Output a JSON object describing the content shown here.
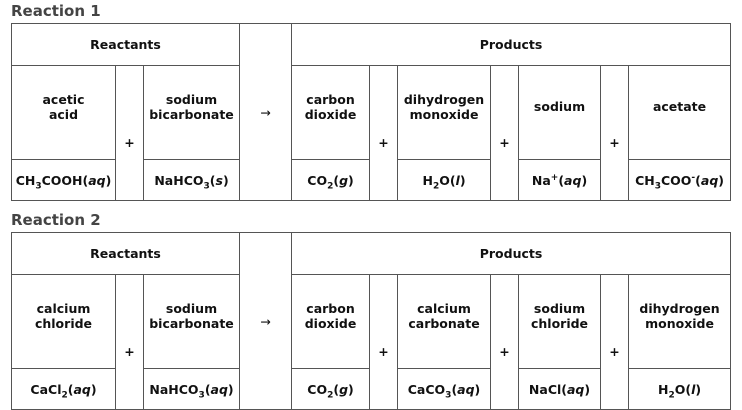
{
  "reactions": [
    {
      "title": "Reaction 1",
      "reactants_label": "Reactants",
      "products_label": "Products",
      "arrow": "→",
      "plus": "+",
      "reactants": [
        {
          "name": "acetic\nacid",
          "formula": [
            {
              "t": "CH"
            },
            {
              "sub": "3"
            },
            {
              "t": "COOH("
            },
            {
              "i": "aq"
            },
            {
              "t": ")"
            }
          ]
        },
        {
          "name": "sodium\nbicarbonate",
          "formula": [
            {
              "t": "NaHCO"
            },
            {
              "sub": "3"
            },
            {
              "t": "("
            },
            {
              "i": "s"
            },
            {
              "t": ")"
            }
          ]
        }
      ],
      "products": [
        {
          "name": "carbon\ndioxide",
          "formula": [
            {
              "t": "CO"
            },
            {
              "sub": "2"
            },
            {
              "t": "("
            },
            {
              "i": "g"
            },
            {
              "t": ")"
            }
          ]
        },
        {
          "name": "dihydrogen\nmonoxide",
          "formula": [
            {
              "t": "H"
            },
            {
              "sub": "2"
            },
            {
              "t": "O("
            },
            {
              "i": "l"
            },
            {
              "t": ")"
            }
          ]
        },
        {
          "name": "sodium",
          "formula": [
            {
              "t": "Na"
            },
            {
              "sup": "+"
            },
            {
              "t": "("
            },
            {
              "i": "aq"
            },
            {
              "t": ")"
            }
          ]
        },
        {
          "name": "acetate",
          "formula": [
            {
              "t": "CH"
            },
            {
              "sub": "3"
            },
            {
              "t": "COO"
            },
            {
              "sup": "-"
            },
            {
              "t": "("
            },
            {
              "i": "aq"
            },
            {
              "t": ")"
            }
          ]
        }
      ]
    },
    {
      "title": "Reaction 2",
      "reactants_label": "Reactants",
      "products_label": "Products",
      "arrow": "→",
      "plus": "+",
      "reactants": [
        {
          "name": "calcium\nchloride",
          "formula": [
            {
              "t": "CaCl"
            },
            {
              "sub": "2"
            },
            {
              "t": "("
            },
            {
              "i": "aq"
            },
            {
              "t": ")"
            }
          ]
        },
        {
          "name": "sodium\nbicarbonate",
          "formula": [
            {
              "t": "NaHCO"
            },
            {
              "sub": "3"
            },
            {
              "t": "("
            },
            {
              "i": "aq"
            },
            {
              "t": ")"
            }
          ]
        }
      ],
      "products": [
        {
          "name": "carbon\ndioxide",
          "formula": [
            {
              "t": "CO"
            },
            {
              "sub": "2"
            },
            {
              "t": "("
            },
            {
              "i": "g"
            },
            {
              "t": ")"
            }
          ]
        },
        {
          "name": "calcium\ncarbonate",
          "formula": [
            {
              "t": "CaCO"
            },
            {
              "sub": "3"
            },
            {
              "t": "("
            },
            {
              "i": "aq"
            },
            {
              "t": ")"
            }
          ]
        },
        {
          "name": "sodium\nchloride",
          "formula": [
            {
              "t": "NaCl("
            },
            {
              "i": "aq"
            },
            {
              "t": ")"
            }
          ]
        },
        {
          "name": "dihydrogen\nmonoxide",
          "formula": [
            {
              "t": "H"
            },
            {
              "sub": "2"
            },
            {
              "t": "O("
            },
            {
              "i": "l"
            },
            {
              "t": ")"
            }
          ]
        }
      ]
    }
  ]
}
